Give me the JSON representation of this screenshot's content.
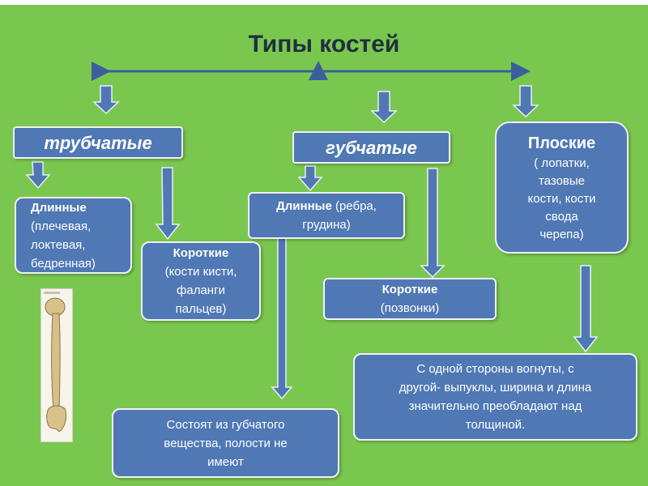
{
  "title": "Типы костей",
  "categories": {
    "tubular": "трубчатые",
    "spongy": "губчатые",
    "flat": {
      "label": "Плоские",
      "lines": [
        "( лопатки,",
        "тазовые",
        "кости, кости",
        "свода",
        "черепа)"
      ]
    }
  },
  "boxes": {
    "tubular_long": {
      "heading": "Длинные",
      "lines": [
        "(плечевая,",
        "локтевая,",
        "бедренная)"
      ]
    },
    "tubular_short": {
      "heading": "Короткие",
      "lines": [
        "(кости кисти,",
        "фаланги",
        "пальцев)"
      ]
    },
    "spongy_long": {
      "heading": "Длинные",
      "rest": " (ребра,",
      "lines": [
        "грудина)"
      ]
    },
    "spongy_short": {
      "heading": "Короткие",
      "lines": [
        "(позвонки)"
      ]
    },
    "spongy_note": {
      "lines": [
        "Состоят из губчатого",
        "вещества, полости не",
        "имеют"
      ]
    },
    "flat_note": {
      "lines": [
        "С одной стороны вогнуты, с",
        "другой- выпуклы, ширина и длина",
        "значительно преобладают над",
        "толщиной."
      ]
    }
  },
  "colors": {
    "background": "#7ac74f",
    "box_fill": "#4f78b5",
    "box_border": "#f2f2f2",
    "title": "#1f2f3f"
  },
  "image": {
    "name": "humerus-bone-illustration"
  }
}
